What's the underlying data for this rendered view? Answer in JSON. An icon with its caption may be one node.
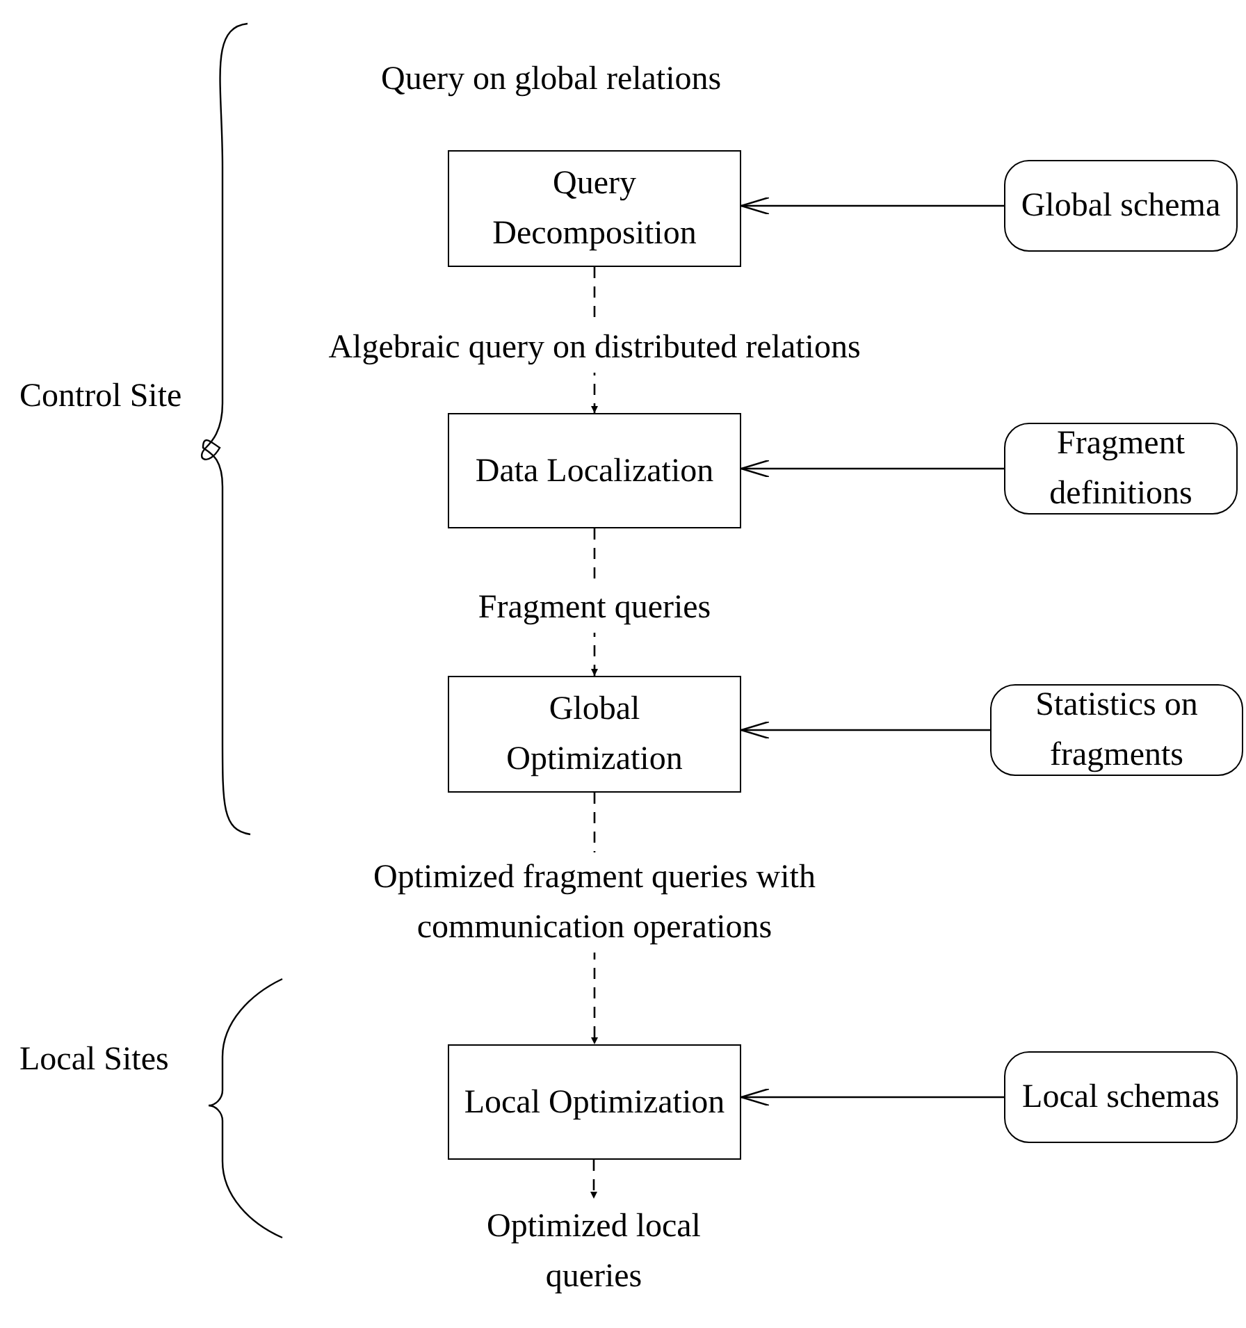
{
  "diagram": {
    "nodes": [
      {
        "text": [
          "Query Decomposition"
        ]
      },
      {
        "text": [
          "Global schema"
        ]
      },
      {
        "text": [
          "Data Localization"
        ]
      },
      {
        "text": [
          "Fragment definitions"
        ]
      },
      {
        "text": [
          "Global Optimization"
        ]
      },
      {
        "text": [
          "Statistics on fragments"
        ]
      },
      {
        "text": [
          "Local Optimization"
        ]
      },
      {
        "text": [
          "Local schemas"
        ]
      },
      {
        "text": [
          "Optimized local queries"
        ]
      }
    ],
    "edges": [
      {
        "from": 1,
        "to": 0,
        "arrow": "to"
      },
      {
        "from": 0,
        "to": 2,
        "arrow": "to",
        "style": "dashed",
        "label": "Algebraic query on distributed relations"
      },
      {
        "from": 3,
        "to": 2,
        "arrow": "to"
      },
      {
        "from": 2,
        "to": 4,
        "arrow": "to",
        "style": "dashed",
        "label": "Fragment queries"
      },
      {
        "from": 5,
        "to": 4,
        "arrow": "to"
      },
      {
        "from": 4,
        "to": 6,
        "arrow": "to",
        "style": "dashed",
        "label": "Optimized fragment queries with communication operations"
      },
      {
        "from": 7,
        "to": 6,
        "arrow": "to"
      },
      {
        "from": 6,
        "to": 8,
        "arrow": "to",
        "style": "dashed"
      }
    ],
    "labels": [
      "Query on global relations",
      "Control Site",
      "Local Sites"
    ]
  }
}
